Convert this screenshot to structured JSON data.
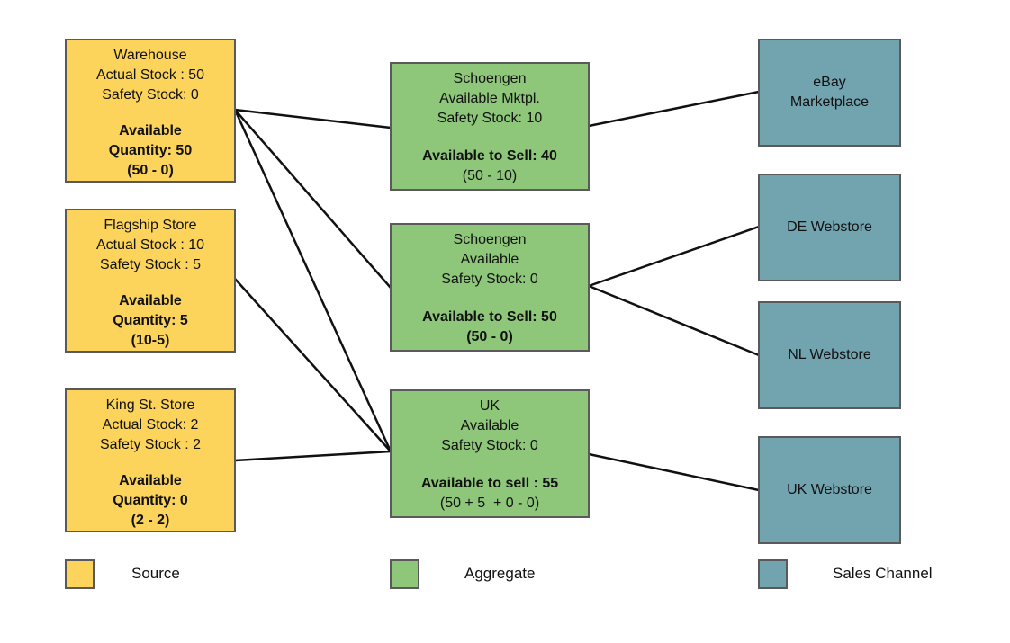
{
  "sources": [
    {
      "name": "Warehouse",
      "actual": "Actual Stock : 50",
      "safety": "Safety Stock: 0",
      "avail_1": "Available",
      "avail_2": "Quantity: 50",
      "calc": "(50 - 0)"
    },
    {
      "name": "Flagship Store",
      "actual": "Actual Stock : 10",
      "safety": "Safety Stock : 5",
      "avail_1": "Available",
      "avail_2": "Quantity: 5",
      "calc": "(10-5)"
    },
    {
      "name": "King St. Store",
      "actual": "Actual Stock: 2",
      "safety": "Safety Stock : 2",
      "avail_1": "Available",
      "avail_2": "Quantity: 0",
      "calc": "(2 - 2)"
    }
  ],
  "aggregates": [
    {
      "name": "Schoengen",
      "sub": "Available Mktpl.",
      "safety": "Safety Stock: 10",
      "sell": "Available to Sell: 40",
      "calc": "(50 - 10)",
      "calc_bold": false
    },
    {
      "name": "Schoengen",
      "sub": "Available",
      "safety": "Safety Stock: 0",
      "sell": "Available to Sell: 50",
      "calc": "(50 - 0)",
      "calc_bold": true
    },
    {
      "name": "UK",
      "sub": "Available",
      "safety": "Safety Stock: 0",
      "sell": "Available to sell : 55",
      "calc": "(50 + 5  + 0 - 0)",
      "calc_bold": false
    }
  ],
  "channels": [
    {
      "line1": "eBay",
      "line2": "Marketplace"
    },
    {
      "line1": "DE Webstore",
      "line2": ""
    },
    {
      "line1": "NL Webstore",
      "line2": ""
    },
    {
      "line1": "UK Webstore",
      "line2": ""
    }
  ],
  "connections": [
    {
      "from": "source-warehouse",
      "to": "aggregate-schoengen-mktpl"
    },
    {
      "from": "source-warehouse",
      "to": "aggregate-schoengen"
    },
    {
      "from": "source-warehouse",
      "to": "aggregate-uk"
    },
    {
      "from": "source-flagship",
      "to": "aggregate-uk"
    },
    {
      "from": "source-king-st",
      "to": "aggregate-uk"
    },
    {
      "from": "aggregate-schoengen-mktpl",
      "to": "channel-ebay"
    },
    {
      "from": "aggregate-schoengen",
      "to": "channel-de"
    },
    {
      "from": "aggregate-schoengen",
      "to": "channel-nl"
    },
    {
      "from": "aggregate-uk",
      "to": "channel-uk"
    }
  ],
  "legend": {
    "source": "Source",
    "aggregate": "Aggregate",
    "channel": "Sales Channel"
  },
  "colors": {
    "source": "#fdd45b",
    "aggregate": "#8ec67a",
    "channel": "#72a4b0",
    "border": "#5a5a5a",
    "connector": "#111111"
  }
}
